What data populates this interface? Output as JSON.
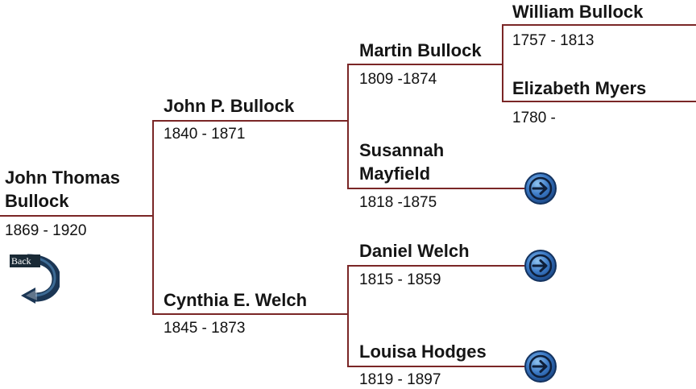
{
  "root": {
    "name_line1": "John Thomas",
    "name_line2": "Bullock",
    "dates": "1869 - 1920"
  },
  "father": {
    "name": "John P. Bullock",
    "dates": "1840 - 1871"
  },
  "mother": {
    "name": "Cynthia E. Welch",
    "dates": "1845 - 1873"
  },
  "paternal_grandfather": {
    "name": "Martin Bullock",
    "dates": "1809 -1874"
  },
  "paternal_grandmother": {
    "name_line1": "Susannah",
    "name_line2": "Mayfield",
    "dates": "1818 -1875"
  },
  "maternal_grandfather": {
    "name": "Daniel Welch",
    "dates": "1815 - 1859"
  },
  "maternal_grandmother": {
    "name": "Louisa Hodges",
    "dates": "1819 - 1897"
  },
  "great_grandfather": {
    "name": "William Bullock",
    "dates": "1757 - 1813"
  },
  "great_grandmother": {
    "name": "Elizabeth Myers",
    "dates": "1780 -"
  },
  "back_button": {
    "label": "Back",
    "icon": "back-curved-arrow-icon"
  },
  "navigation": {
    "arrow_icon": "right-arrow-circle-icon"
  },
  "colors": {
    "connector": "#7a2626",
    "button_blue": "#2a5fa8"
  }
}
